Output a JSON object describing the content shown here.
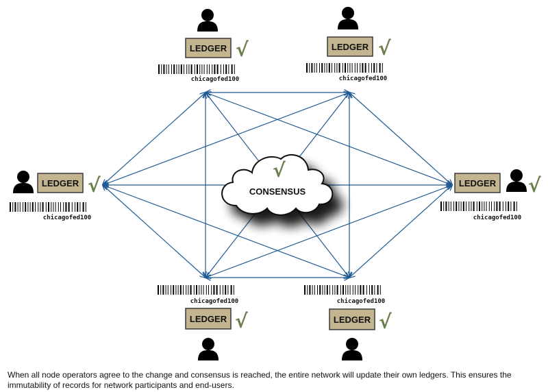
{
  "diagram": {
    "consensus_label": "CONSENSUS",
    "consensus_check": "√",
    "nodes": [
      {
        "id": "top-left",
        "ledger_label": "LEDGER",
        "check": "√",
        "barcode_text": "chicagofed100"
      },
      {
        "id": "top-right",
        "ledger_label": "LEDGER",
        "check": "√",
        "barcode_text": "chicagofed100"
      },
      {
        "id": "left",
        "ledger_label": "LEDGER",
        "check": "√",
        "barcode_text": "chicagofed100"
      },
      {
        "id": "right",
        "ledger_label": "LEDGER",
        "check": "√",
        "barcode_text": "chicagofed100"
      },
      {
        "id": "bottom-left",
        "ledger_label": "LEDGER",
        "check": "√",
        "barcode_text": "chicagofed100"
      },
      {
        "id": "bottom-right",
        "ledger_label": "LEDGER",
        "check": "√",
        "barcode_text": "chicagofed100"
      }
    ],
    "connections": "fully connected (every node linked to every other node with bidirectional arrows)",
    "colors": {
      "edge": "#1f5a93",
      "ledger_fill": "#c2b58f",
      "check": "#6b7f4c"
    }
  },
  "caption": "When all node operators agree to the change and consensus is reached, the entire network will update their own ledgers. This ensures the immutability of records for network participants and end-users."
}
